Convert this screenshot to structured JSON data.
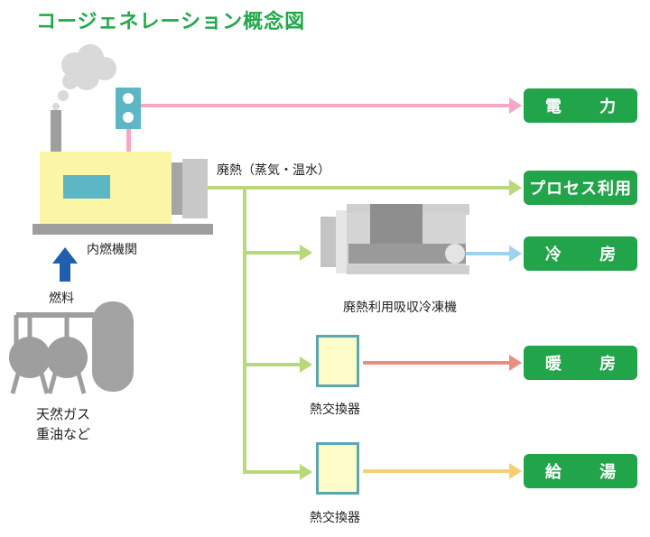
{
  "title": "コージェネレーション概念図",
  "labels": {
    "engine": "内燃機関",
    "fuel_arrow": "燃料",
    "fuel_source_line1": "天然ガス",
    "fuel_source_line2": "重油など",
    "waste_heat": "廃熱（蒸気・温水）",
    "chiller": "廃熱利用吸収冷凍機",
    "heat_exchanger_1": "熱交換器",
    "heat_exchanger_2": "熱交換器"
  },
  "outputs": {
    "electricity": "電 力",
    "process": "プロセス利用",
    "cooling": "冷 房",
    "heating": "暖 房",
    "hot_water": "給 湯"
  },
  "colors": {
    "title": "#21a94a",
    "output_box": "#22a44a",
    "electric_line": "#f6a7c8",
    "heat_line": "#b7d97a",
    "cooling_line": "#9fd2ee",
    "heating_line": "#ec8f82",
    "hotwater_line": "#f6cf73",
    "fuel_arrow": "#1f5fae",
    "machine_gray": "#9e9e9e",
    "engine_body": "#fbf6a6",
    "exchanger_border": "#5aa7b2"
  },
  "icons": {
    "smoke": "smoke-cloud-icon",
    "signal": "signal-lamp-icon",
    "tank": "gas-tank-icon"
  }
}
